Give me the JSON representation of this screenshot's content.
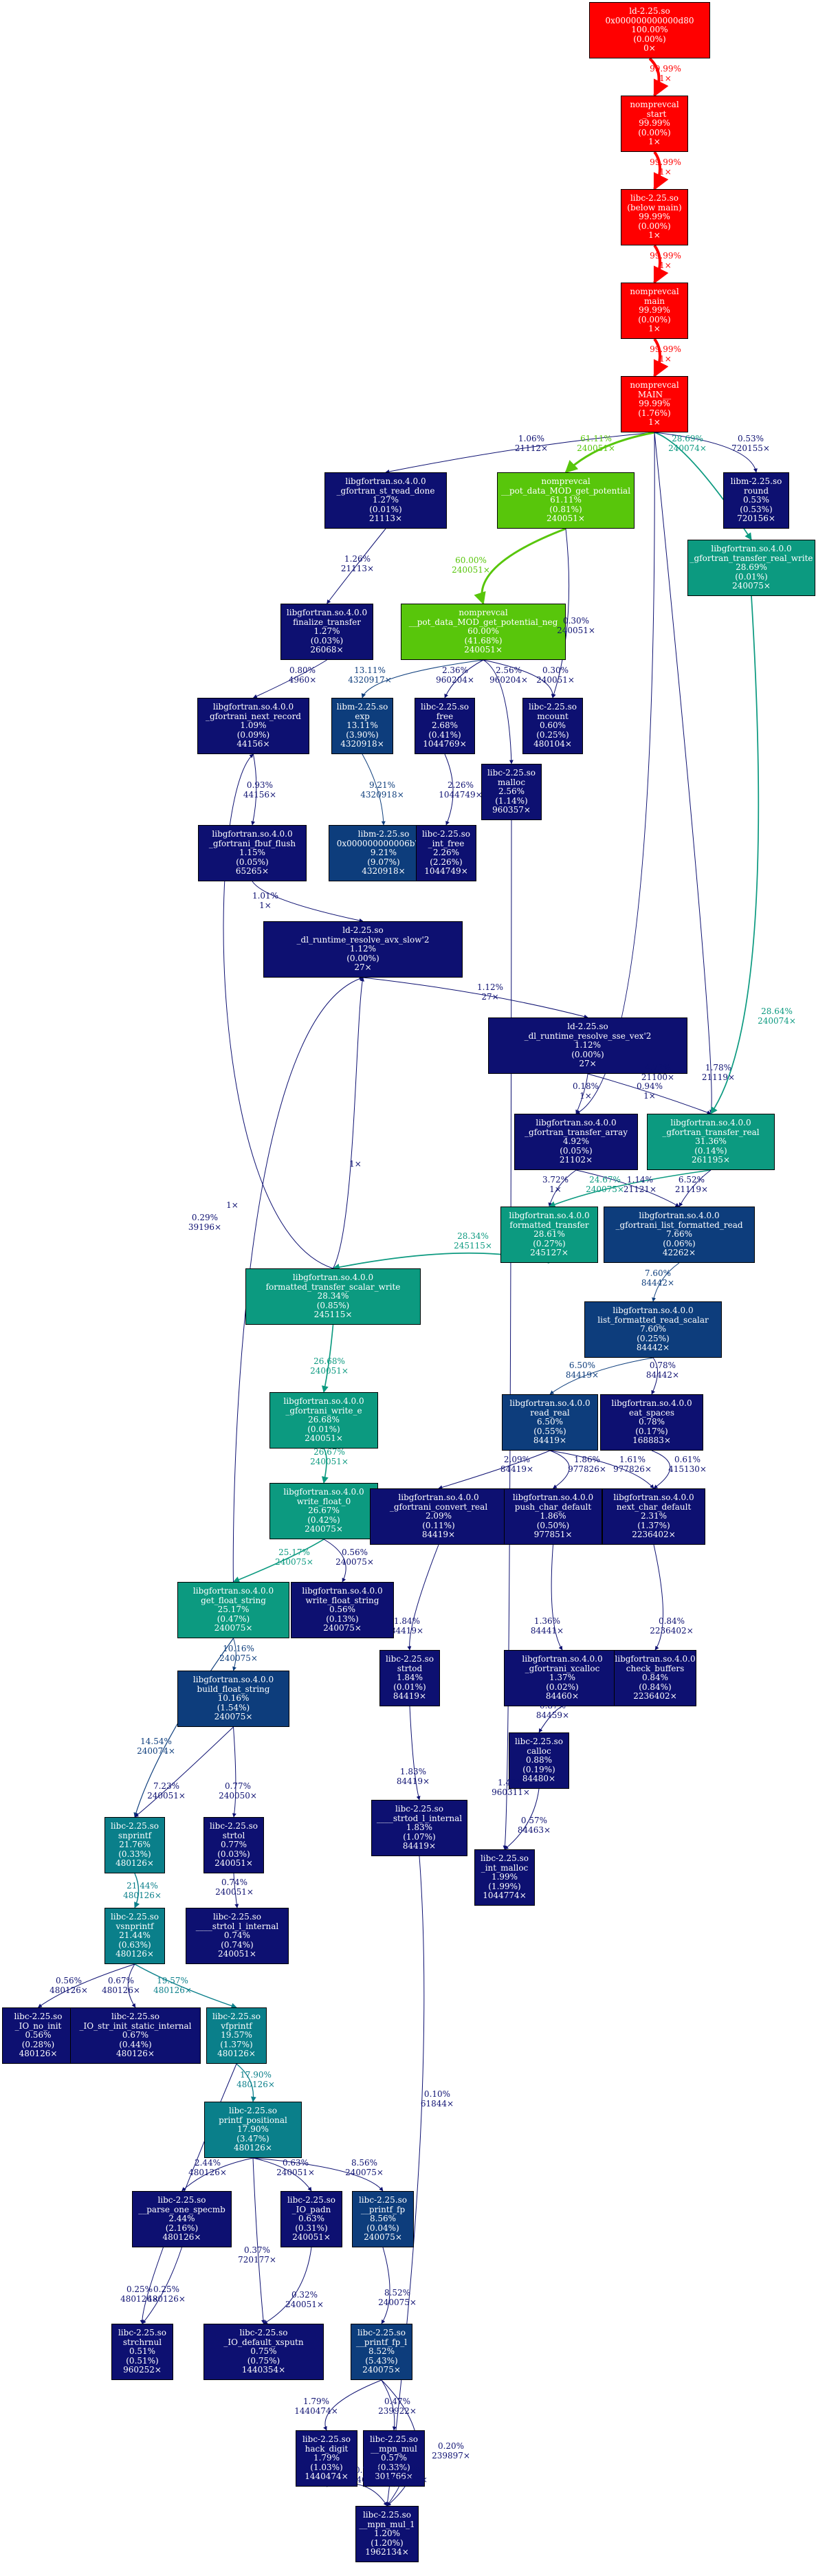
{
  "colors": {
    "red": "#ff0000",
    "green": "#58c60b",
    "teal": "#0c9a80",
    "darkteal": "#0a7f8a",
    "navy": "#0d1071",
    "blue": "#0d3d7c"
  },
  "nodes": [
    {
      "id": "n_thunk",
      "color": "red",
      "text": "ld-2.25.so\n0x000000000000d80\n100.00%\n(0.00%)\n0×"
    },
    {
      "id": "n_start",
      "color": "red",
      "text": "nomprevcal\n_start\n99.99%\n(0.00%)\n1×"
    },
    {
      "id": "n_libcmain",
      "color": "red",
      "text": "libc-2.25.so\n(below main)\n99.99%\n(0.00%)\n1×"
    },
    {
      "id": "n_main",
      "color": "red",
      "text": "nomprevcal\nmain\n99.99%\n(0.00%)\n1×"
    },
    {
      "id": "n_MAIN",
      "color": "red",
      "text": "nomprevcal\nMAIN__\n99.99%\n(1.76%)\n1×"
    },
    {
      "id": "n_stread",
      "color": "navy",
      "text": "libgfortran.so.4.0.0\n_gfortran_st_read_done\n1.27%\n(0.01%)\n21113×"
    },
    {
      "id": "n_potential",
      "color": "green",
      "text": "nomprevcal\n__pot_data_MOD_get_potential\n61.11%\n(0.81%)\n240051×"
    },
    {
      "id": "n_round",
      "color": "navy",
      "text": "libm-2.25.so\nround\n0.53%\n(0.53%)\n720156×"
    },
    {
      "id": "n_trwrite",
      "color": "teal",
      "text": "libgfortran.so.4.0.0\n_gfortran_transfer_real_write\n28.69%\n(0.01%)\n240075×"
    },
    {
      "id": "n_finalize",
      "color": "navy",
      "text": "libgfortran.so.4.0.0\nfinalize_transfer\n1.27%\n(0.03%)\n26068×"
    },
    {
      "id": "n_potneg",
      "color": "green",
      "text": "nomprevcal\n__pot_data_MOD_get_potential_neg\n60.00%\n(41.68%)\n240051×"
    },
    {
      "id": "n_nextrec",
      "color": "navy",
      "text": "libgfortran.so.4.0.0\n_gfortrani_next_record\n1.09%\n(0.09%)\n44156×"
    },
    {
      "id": "n_exp",
      "color": "blue",
      "text": "libm-2.25.so\nexp\n13.11%\n(3.90%)\n4320918×"
    },
    {
      "id": "n_free",
      "color": "navy",
      "text": "libc-2.25.so\nfree\n2.68%\n(0.41%)\n1044769×"
    },
    {
      "id": "n_mcount",
      "color": "navy",
      "text": "libc-2.25.so\nmcount\n0.60%\n(0.25%)\n480104×"
    },
    {
      "id": "n_malloc",
      "color": "navy",
      "text": "libc-2.25.so\nmalloc\n2.56%\n(1.14%)\n960357×"
    },
    {
      "id": "n_fbuf",
      "color": "navy",
      "text": "libgfortran.so.4.0.0\n_gfortrani_fbuf_flush\n1.15%\n(0.05%)\n65265×"
    },
    {
      "id": "n_m720",
      "color": "blue",
      "text": "libm-2.25.so\n0x000000000006b720\n9.21%\n(9.07%)\n4320918×"
    },
    {
      "id": "n_intfree",
      "color": "navy",
      "text": "libc-2.25.so\n_int_free\n2.26%\n(2.26%)\n1044749×"
    },
    {
      "id": "n_avx",
      "color": "navy",
      "text": "ld-2.25.so\n_dl_runtime_resolve_avx_slow'2\n1.12%\n(0.00%)\n27×"
    },
    {
      "id": "n_sse",
      "color": "navy",
      "text": "ld-2.25.so\n_dl_runtime_resolve_sse_vex'2\n1.12%\n(0.00%)\n27×"
    },
    {
      "id": "n_array",
      "color": "navy",
      "text": "libgfortran.so.4.0.0\n_gfortran_transfer_array\n4.92%\n(0.05%)\n21102×"
    },
    {
      "id": "n_trreal",
      "color": "teal",
      "text": "libgfortran.so.4.0.0\n_gfortran_transfer_real\n31.36%\n(0.14%)\n261195×"
    },
    {
      "id": "n_fmt",
      "color": "teal",
      "text": "libgfortran.so.4.0.0\nformatted_transfer\n28.61%\n(0.27%)\n245127×"
    },
    {
      "id": "n_listread",
      "color": "blue",
      "text": "libgfortran.so.4.0.0\n_gfortrani_list_formatted_read\n7.66%\n(0.06%)\n42262×"
    },
    {
      "id": "n_scalarwr",
      "color": "teal",
      "text": "libgfortran.so.4.0.0\nformatted_transfer_scalar_write\n28.34%\n(0.85%)\n245115×"
    },
    {
      "id": "n_listscalar",
      "color": "blue",
      "text": "libgfortran.so.4.0.0\nlist_formatted_read_scalar\n7.60%\n(0.25%)\n84442×"
    },
    {
      "id": "n_writee",
      "color": "teal",
      "text": "libgfortran.so.4.0.0\n_gfortrani_write_e\n26.68%\n(0.01%)\n240051×"
    },
    {
      "id": "n_readreal",
      "color": "blue",
      "text": "libgfortran.so.4.0.0\nread_real\n6.50%\n(0.55%)\n84419×"
    },
    {
      "id": "n_eatsp",
      "color": "navy",
      "text": "libgfortran.so.4.0.0\neat_spaces\n0.78%\n(0.17%)\n168883×"
    },
    {
      "id": "n_wfloat",
      "color": "teal",
      "text": "libgfortran.so.4.0.0\nwrite_float_0\n26.67%\n(0.42%)\n240075×"
    },
    {
      "id": "n_convreal",
      "color": "navy",
      "text": "libgfortran.so.4.0.0\n_gfortrani_convert_real\n2.09%\n(0.11%)\n84419×"
    },
    {
      "id": "n_pushchar",
      "color": "navy",
      "text": "libgfortran.so.4.0.0\npush_char_default\n1.86%\n(0.50%)\n977851×"
    },
    {
      "id": "n_nextchar",
      "color": "navy",
      "text": "libgfortran.so.4.0.0\nnext_char_default\n2.31%\n(1.37%)\n2236402×"
    },
    {
      "id": "n_getfloat",
      "color": "teal",
      "text": "libgfortran.so.4.0.0\nget_float_string\n25.17%\n(0.47%)\n240075×"
    },
    {
      "id": "n_wfstring",
      "color": "navy",
      "text": "libgfortran.so.4.0.0\nwrite_float_string\n0.56%\n(0.13%)\n240075×"
    },
    {
      "id": "n_strtod",
      "color": "navy",
      "text": "libc-2.25.so\nstrtod\n1.84%\n(0.01%)\n84419×"
    },
    {
      "id": "n_xcalloc",
      "color": "navy",
      "text": "libgfortran.so.4.0.0\n_gfortrani_xcalloc\n1.37%\n(0.02%)\n84460×"
    },
    {
      "id": "n_checkbuf",
      "color": "navy",
      "text": "libgfortran.so.4.0.0\ncheck_buffers\n0.84%\n(0.84%)\n2236402×"
    },
    {
      "id": "n_buildfloat",
      "color": "blue",
      "text": "libgfortran.so.4.0.0\nbuild_float_string\n10.16%\n(1.54%)\n240075×"
    },
    {
      "id": "n_calloc",
      "color": "navy",
      "text": "libc-2.25.so\ncalloc\n0.88%\n(0.19%)\n84480×"
    },
    {
      "id": "n_strtodint",
      "color": "navy",
      "text": "libc-2.25.so\n____strtod_l_internal\n1.83%\n(1.07%)\n84419×"
    },
    {
      "id": "n_snprintf",
      "color": "darkteal",
      "text": "libc-2.25.so\nsnprintf\n21.76%\n(0.33%)\n480126×"
    },
    {
      "id": "n_strtol",
      "color": "navy",
      "text": "libc-2.25.so\nstrtol\n0.77%\n(0.03%)\n240051×"
    },
    {
      "id": "n_intmalloc",
      "color": "navy",
      "text": "libc-2.25.so\n_int_malloc\n1.99%\n(1.99%)\n1044774×"
    },
    {
      "id": "n_vsnprintf",
      "color": "darkteal",
      "text": "libc-2.25.so\nvsnprintf\n21.44%\n(0.63%)\n480126×"
    },
    {
      "id": "n_strtolint",
      "color": "navy",
      "text": "libc-2.25.so\n____strtol_l_internal\n0.74%\n(0.74%)\n240051×"
    },
    {
      "id": "n_ionoinit",
      "color": "navy",
      "text": "libc-2.25.so\n_IO_no_init\n0.56%\n(0.28%)\n480126×"
    },
    {
      "id": "n_iostrinit",
      "color": "navy",
      "text": "libc-2.25.so\n_IO_str_init_static_internal\n0.67%\n(0.44%)\n480126×"
    },
    {
      "id": "n_vfprintf",
      "color": "darkteal",
      "text": "libc-2.25.so\nvfprintf\n19.57%\n(1.37%)\n480126×"
    },
    {
      "id": "n_printfpos",
      "color": "darkteal",
      "text": "libc-2.25.so\nprintf_positional\n17.90%\n(3.47%)\n480126×"
    },
    {
      "id": "n_parsespec",
      "color": "navy",
      "text": "libc-2.25.so\n__parse_one_specmb\n2.44%\n(2.16%)\n480126×"
    },
    {
      "id": "n_iopadn",
      "color": "navy",
      "text": "libc-2.25.so\n_IO_padn\n0.63%\n(0.31%)\n240051×"
    },
    {
      "id": "n_printffp",
      "color": "blue",
      "text": "libc-2.25.so\n__printf_fp\n8.56%\n(0.04%)\n240075×"
    },
    {
      "id": "n_strchrnul",
      "color": "navy",
      "text": "libc-2.25.so\nstrchrnul\n0.51%\n(0.51%)\n960252×"
    },
    {
      "id": "n_xsputn",
      "color": "navy",
      "text": "libc-2.25.so\n_IO_default_xsputn\n0.75%\n(0.75%)\n1440354×"
    },
    {
      "id": "n_printffpl",
      "color": "blue",
      "text": "libc-2.25.so\n__printf_fp_l\n8.52%\n(5.43%)\n240075×"
    },
    {
      "id": "n_hackdigit",
      "color": "navy",
      "text": "libc-2.25.so\nhack_digit\n1.79%\n(1.03%)\n1440474×"
    },
    {
      "id": "n_mpnmul",
      "color": "navy",
      "text": "libc-2.25.so\n__mpn_mul\n0.57%\n(0.33%)\n301766×"
    },
    {
      "id": "n_mpnmul1",
      "color": "navy",
      "text": "libc-2.25.so\n__mpn_mul_1\n1.20%\n(1.20%)\n1962134×"
    }
  ],
  "edges": [
    {
      "from": "n_thunk",
      "to": "n_start",
      "color": "red",
      "label": "99.99%\n1×"
    },
    {
      "from": "n_start",
      "to": "n_libcmain",
      "color": "red",
      "label": "99.99%\n1×"
    },
    {
      "from": "n_libcmain",
      "to": "n_main",
      "color": "red",
      "label": "99.99%\n1×"
    },
    {
      "from": "n_main",
      "to": "n_MAIN",
      "color": "red",
      "label": "99.99%\n1×"
    },
    {
      "from": "n_MAIN",
      "to": "n_stread",
      "color": "navy",
      "label": "1.06%\n21112×"
    },
    {
      "from": "n_MAIN",
      "to": "n_potential",
      "color": "green",
      "label": "61.11%\n240051×"
    },
    {
      "from": "n_MAIN",
      "to": "n_trwrite",
      "color": "teal",
      "label": "28.69%\n240074×"
    },
    {
      "from": "n_MAIN",
      "to": "n_round",
      "color": "navy",
      "label": "0.53%\n720155×"
    },
    {
      "from": "n_MAIN",
      "to": "n_array",
      "color": "navy",
      "label": "4.73%\n21100×"
    },
    {
      "from": "n_MAIN",
      "to": "n_trreal",
      "color": "navy",
      "label": "1.78%\n21119×"
    },
    {
      "from": "n_stread",
      "to": "n_finalize",
      "color": "navy",
      "label": "1.26%\n21113×"
    },
    {
      "from": "n_potential",
      "to": "n_potneg",
      "color": "green",
      "label": "60.00%\n240051×"
    },
    {
      "from": "n_potential",
      "to": "n_mcount",
      "color": "navy",
      "label": "0.30%\n240051×"
    },
    {
      "from": "n_finalize",
      "to": "n_nextrec",
      "color": "navy",
      "label": "0.80%\n4960×"
    },
    {
      "from": "n_potneg",
      "to": "n_exp",
      "color": "blue",
      "label": "13.11%\n4320917×"
    },
    {
      "from": "n_potneg",
      "to": "n_free",
      "color": "navy",
      "label": "2.36%\n960204×"
    },
    {
      "from": "n_potneg",
      "to": "n_malloc",
      "color": "navy",
      "label": "2.56%\n960204×"
    },
    {
      "from": "n_potneg",
      "to": "n_mcount",
      "color": "navy",
      "label": "0.30%\n240051×"
    },
    {
      "from": "n_nextrec",
      "to": "n_fbuf",
      "color": "navy",
      "label": "0.93%\n44156×"
    },
    {
      "from": "n_exp",
      "to": "n_m720",
      "color": "blue",
      "label": "9.21%\n4320918×"
    },
    {
      "from": "n_free",
      "to": "n_intfree",
      "color": "navy",
      "label": "2.26%\n1044749×"
    },
    {
      "from": "n_fbuf",
      "to": "n_avx",
      "color": "navy",
      "label": "1.01%\n1×"
    },
    {
      "from": "n_avx",
      "to": "n_sse",
      "color": "navy",
      "label": "1.12%\n27×"
    },
    {
      "from": "n_sse",
      "to": "n_array",
      "color": "navy",
      "label": "0.18%\n1×"
    },
    {
      "from": "n_sse",
      "to": "n_trreal",
      "color": "navy",
      "label": "0.94%\n1×"
    },
    {
      "from": "n_trwrite",
      "to": "n_trreal",
      "color": "teal",
      "label": "28.64%\n240074×"
    },
    {
      "from": "n_array",
      "to": "n_fmt",
      "color": "navy",
      "label": "3.72%\n1×"
    },
    {
      "from": "n_array",
      "to": "n_listread",
      "color": "navy",
      "label": "1.14%\n21121×"
    },
    {
      "from": "n_trreal",
      "to": "n_fmt",
      "color": "teal",
      "label": "24.67%\n240075×"
    },
    {
      "from": "n_trreal",
      "to": "n_listread",
      "color": "navy",
      "label": "6.52%\n21119×"
    },
    {
      "from": "n_fmt",
      "to": "n_scalarwr",
      "color": "teal",
      "label": "28.34%\n245115×"
    },
    {
      "from": "n_scalarwr",
      "to": "n_nextrec",
      "color": "navy",
      "label": "0.29%\n39196×"
    },
    {
      "from": "n_listread",
      "to": "n_listscalar",
      "color": "blue",
      "label": "7.60%\n84442×"
    },
    {
      "from": "n_scalarwr",
      "to": "n_writee",
      "color": "teal",
      "label": "26.68%\n240051×"
    },
    {
      "from": "n_listscalar",
      "to": "n_readreal",
      "color": "blue",
      "label": "6.50%\n84419×"
    },
    {
      "from": "n_listscalar",
      "to": "n_eatsp",
      "color": "navy",
      "label": "0.78%\n84442×"
    },
    {
      "from": "n_writee",
      "to": "n_wfloat",
      "color": "teal",
      "label": "26.67%\n240051×"
    },
    {
      "from": "n_readreal",
      "to": "n_convreal",
      "color": "navy",
      "label": "2.09%\n84419×"
    },
    {
      "from": "n_readreal",
      "to": "n_pushchar",
      "color": "navy",
      "label": "1.86%\n977826×"
    },
    {
      "from": "n_readreal",
      "to": "n_nextchar",
      "color": "navy",
      "label": "1.61%\n977826×"
    },
    {
      "from": "n_eatsp",
      "to": "n_nextchar",
      "color": "navy",
      "label": "0.61%\n415130×"
    },
    {
      "from": "n_wfloat",
      "to": "n_getfloat",
      "color": "teal",
      "label": "25.17%\n240075×"
    },
    {
      "from": "n_wfloat",
      "to": "n_wfstring",
      "color": "navy",
      "label": "0.56%\n240075×"
    },
    {
      "from": "n_convreal",
      "to": "n_strtod",
      "color": "navy",
      "label": "1.84%\n84419×"
    },
    {
      "from": "n_pushchar",
      "to": "n_xcalloc",
      "color": "navy",
      "label": "1.36%\n84441×"
    },
    {
      "from": "n_nextchar",
      "to": "n_checkbuf",
      "color": "navy",
      "label": "0.84%\n2236402×"
    },
    {
      "from": "n_getfloat",
      "to": "n_buildfloat",
      "color": "blue",
      "label": "10.16%\n240075×"
    },
    {
      "from": "n_getfloat",
      "to": "n_snprintf",
      "color": "blue",
      "label": "14.54%\n240074×"
    },
    {
      "from": "n_xcalloc",
      "to": "n_calloc",
      "color": "navy",
      "label": "0.87%\n84459×"
    },
    {
      "from": "n_strtod",
      "to": "n_strtodint",
      "color": "navy",
      "label": "1.83%\n84419×"
    },
    {
      "from": "n_buildfloat",
      "to": "n_snprintf",
      "color": "navy",
      "label": "7.23%\n240051×"
    },
    {
      "from": "n_buildfloat",
      "to": "n_strtol",
      "color": "navy",
      "label": "0.77%\n240050×"
    },
    {
      "from": "n_calloc",
      "to": "n_intmalloc",
      "color": "navy",
      "label": "0.57%\n84463×"
    },
    {
      "from": "n_malloc",
      "to": "n_intmalloc",
      "color": "navy",
      "label": "1.42%\n960311×"
    },
    {
      "from": "n_snprintf",
      "to": "n_vsnprintf",
      "color": "darkteal",
      "label": "21.44%\n480126×"
    },
    {
      "from": "n_strtol",
      "to": "n_strtolint",
      "color": "navy",
      "label": "0.74%\n240051×"
    },
    {
      "from": "n_vsnprintf",
      "to": "n_ionoinit",
      "color": "navy",
      "label": "0.56%\n480126×"
    },
    {
      "from": "n_vsnprintf",
      "to": "n_iostrinit",
      "color": "navy",
      "label": "0.67%\n480126×"
    },
    {
      "from": "n_vsnprintf",
      "to": "n_vfprintf",
      "color": "darkteal",
      "label": "19.57%\n480126×"
    },
    {
      "from": "n_vfprintf",
      "to": "n_printfpos",
      "color": "darkteal",
      "label": "17.90%\n480126×"
    },
    {
      "from": "n_vfprintf",
      "to": "n_strchrnul",
      "color": "navy",
      "label": "0.25%\n480126×"
    },
    {
      "from": "n_printfpos",
      "to": "n_parsespec",
      "color": "navy",
      "label": "2.44%\n480126×"
    },
    {
      "from": "n_printfpos",
      "to": "n_iopadn",
      "color": "navy",
      "label": "0.63%\n240051×"
    },
    {
      "from": "n_printfpos",
      "to": "n_printffp",
      "color": "navy",
      "label": "8.56%\n240075×"
    },
    {
      "from": "n_printfpos",
      "to": "n_xsputn",
      "color": "navy",
      "label": "0.37%\n720177×"
    },
    {
      "from": "n_parsespec",
      "to": "n_strchrnul",
      "color": "navy",
      "label": "0.25%\n480126×"
    },
    {
      "from": "n_iopadn",
      "to": "n_xsputn",
      "color": "navy",
      "label": "0.32%\n240051×"
    },
    {
      "from": "n_printffp",
      "to": "n_printffpl",
      "color": "navy",
      "label": "8.52%\n240075×"
    },
    {
      "from": "n_printffpl",
      "to": "n_hackdigit",
      "color": "navy",
      "label": "1.79%\n1440474×"
    },
    {
      "from": "n_printffpl",
      "to": "n_mpnmul",
      "color": "navy",
      "label": "0.47%\n239922×"
    },
    {
      "from": "n_printffpl",
      "to": "n_mpnmul1",
      "color": "navy",
      "label": "0.20%\n239897×"
    },
    {
      "from": "n_hackdigit",
      "to": "n_mpnmul1",
      "color": "navy",
      "label": "0.76%\n1440471×"
    },
    {
      "from": "n_mpnmul",
      "to": "n_mpnmul1",
      "color": "navy",
      "label": "0.24%\n301766×"
    },
    {
      "from": "n_strtodint",
      "to": "n_mpnmul1",
      "color": "navy",
      "label": "0.10%\n61844×"
    },
    {
      "from": "n_scalarwr",
      "to": "n_avx",
      "color": "navy",
      "label": "1×"
    },
    {
      "from": "n_getfloat",
      "to": "n_avx",
      "color": "navy",
      "label": "1×"
    }
  ]
}
